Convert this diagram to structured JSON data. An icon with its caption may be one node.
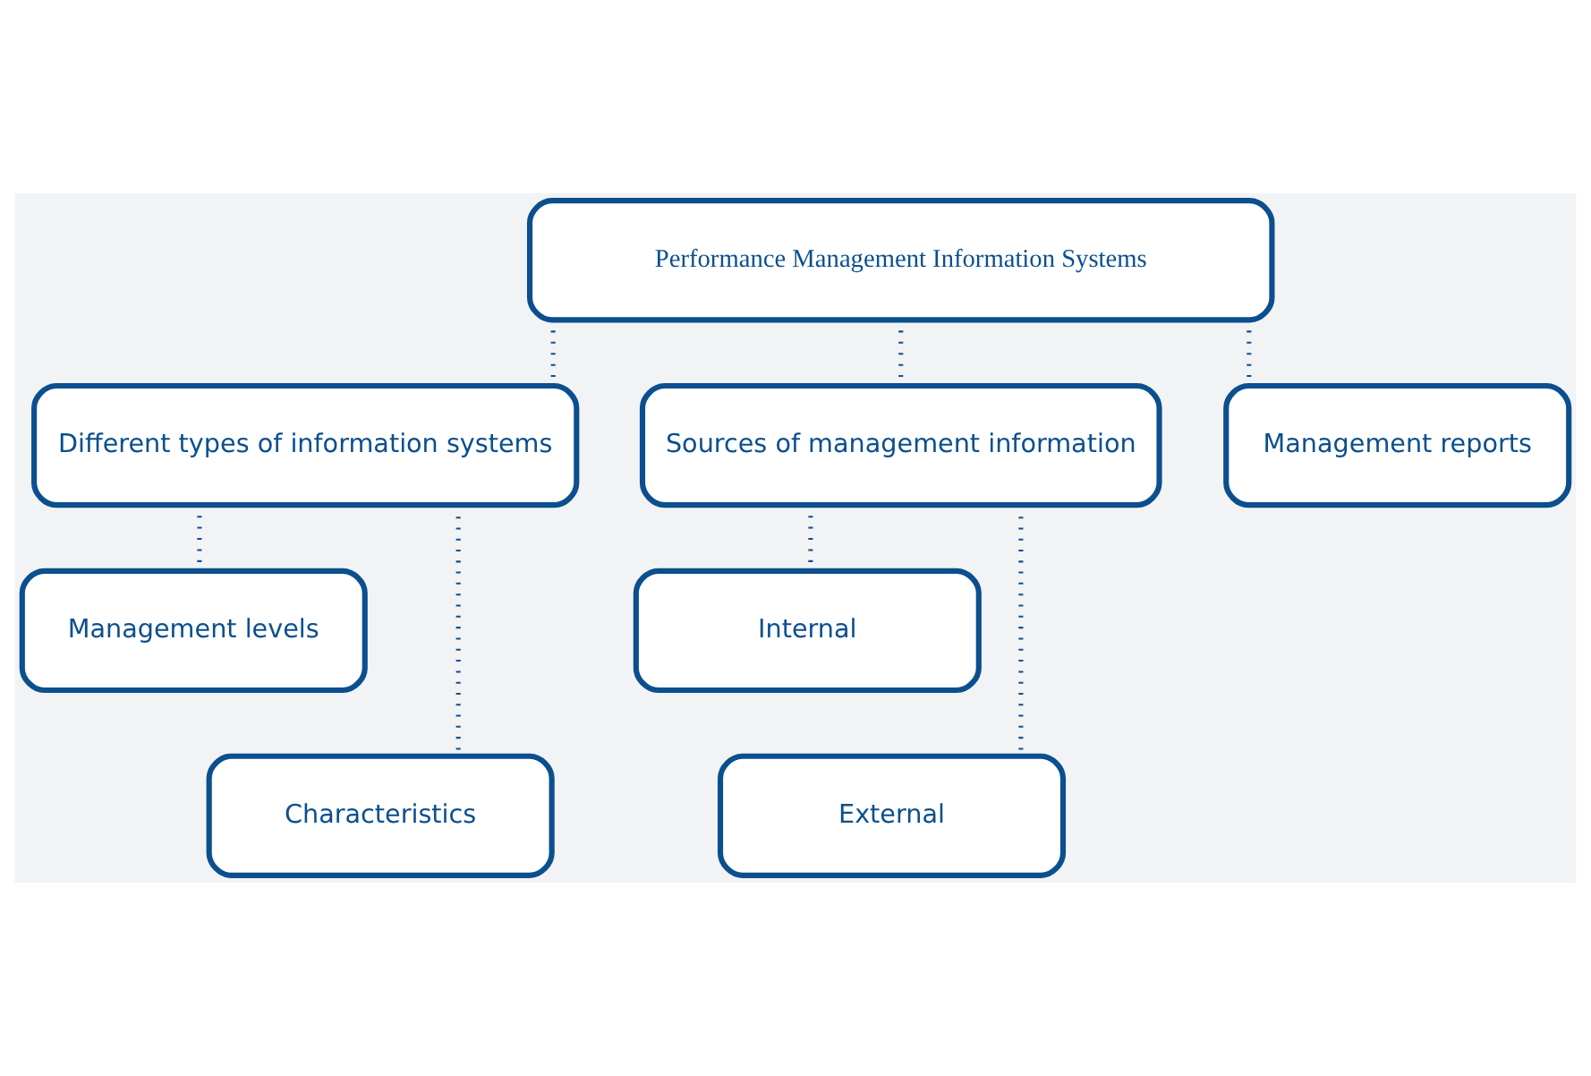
{
  "diagram": {
    "nodes": [
      {
        "text": [
          "Performance Management Information Systems"
        ]
      },
      {
        "text": [
          "Different types of information systems"
        ]
      },
      {
        "text": [
          "Sources of management information"
        ]
      },
      {
        "text": [
          "Management reports"
        ]
      },
      {
        "text": [
          "Management levels"
        ]
      },
      {
        "text": [
          "Characteristics"
        ]
      },
      {
        "text": [
          "Internal"
        ]
      },
      {
        "text": [
          "External"
        ]
      }
    ],
    "edges": [
      {
        "from": 0,
        "to": 1,
        "arrow": "none"
      },
      {
        "from": 0,
        "to": 2,
        "arrow": "none"
      },
      {
        "from": 0,
        "to": 3,
        "arrow": "none"
      },
      {
        "from": 1,
        "to": 4,
        "arrow": "none"
      },
      {
        "from": 1,
        "to": 5,
        "arrow": "none"
      },
      {
        "from": 2,
        "to": 6,
        "arrow": "none"
      },
      {
        "from": 2,
        "to": 7,
        "arrow": "none"
      }
    ]
  }
}
